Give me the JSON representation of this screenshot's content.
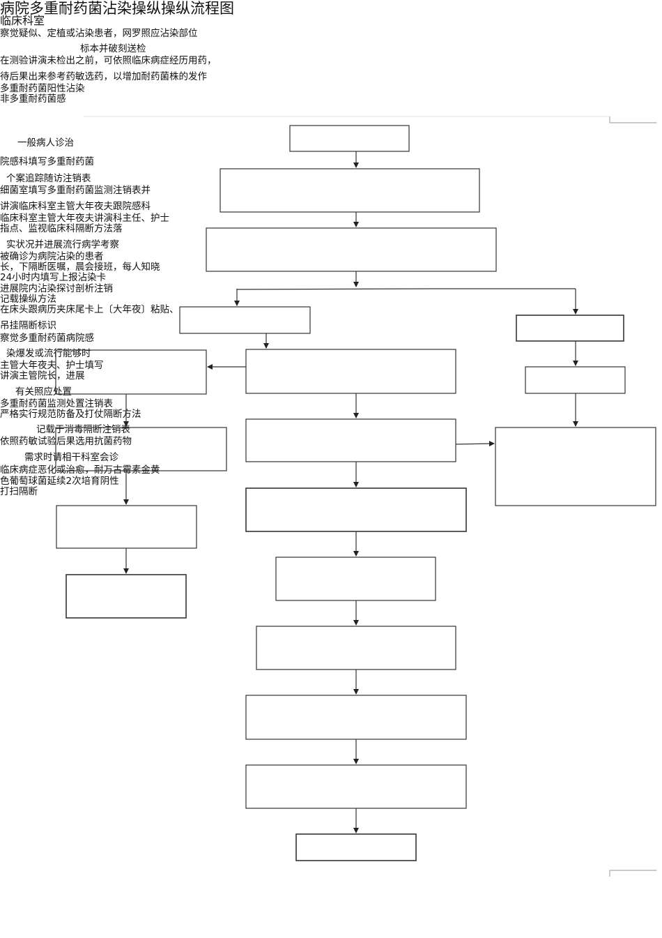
{
  "title": "病院多重耐药菌沾染操纵操纵流程图",
  "lines": [
    "临床科室",
    "察觉疑似、定植或沾染患者，网罗照应沾染部位",
    "标本并破刻送检",
    "在测验讲演未检出之前，可依照临床病症经历用药，",
    "待后果出来参考药敏选药，以增加耐药菌株的发作",
    "多重耐药菌阳性沾染",
    "非多重耐药菌感",
    "一般病人诊治",
    "院感科填写多重耐药菌",
    "个案追踪随访注销表",
    "细菌室填写多重耐药菌监测注销表并",
    "讲演临床科室主管大年夜夫跟院感科",
    "临床科室主管大年夜夫讲演科主任、护士",
    "指点、监视临床科隔断方法落",
    "实状况并进展流行病学考察",
    "被确诊为病院沾染的患者",
    "长，下隔断医嘱，晨会接班，每人知晓",
    "24小时内填写上报沾染卡",
    "进展院内沾染探讨剖析注销",
    "记载操纵方法",
    "在床头跟病历夹床尾卡上〔大年夜〕粘贴、",
    "吊挂隔断标识",
    "察觉多重耐药菌病院感",
    "染爆发或流行能够时",
    "主管大年夜夫、护士填写",
    "讲演主管院长，进展",
    "有关照应处置",
    "多重耐药菌监测处置注销表",
    "严格实行规范防备及打仗隔断方法",
    "记载于消毒隔断注销表",
    "依照药敏试验后果选用抗菌药物",
    "需求时请相干科室会诊",
    "临床病症恶化或治愈，耐万古霉素金黄",
    "色葡萄球菌延续2次培育阴性",
    "打扫隔断"
  ]
}
